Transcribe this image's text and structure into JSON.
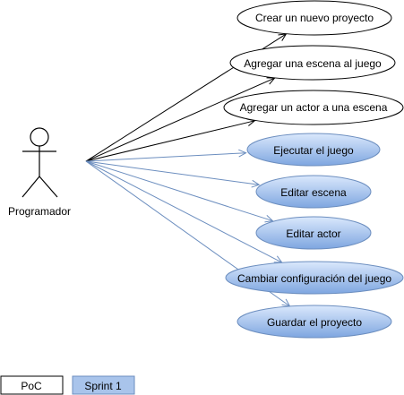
{
  "actor": {
    "label": "Programador"
  },
  "use_cases": [
    {
      "id": "uc1",
      "label": "Crear un nuevo proyecto",
      "style": "poc"
    },
    {
      "id": "uc2",
      "label": "Agregar una escena al juego",
      "style": "poc"
    },
    {
      "id": "uc3",
      "label": "Agregar un actor a una escena",
      "style": "poc"
    },
    {
      "id": "uc4",
      "label": "Ejecutar el juego",
      "style": "sprint"
    },
    {
      "id": "uc5",
      "label": "Editar escena",
      "style": "sprint"
    },
    {
      "id": "uc6",
      "label": "Editar actor",
      "style": "sprint"
    },
    {
      "id": "uc7",
      "label": "Cambiar configuración del juego",
      "style": "sprint"
    },
    {
      "id": "uc8",
      "label": "Guardar el proyecto",
      "style": "sprint"
    }
  ],
  "legend": [
    {
      "label": "PoC",
      "style": "poc"
    },
    {
      "label": "Sprint 1",
      "style": "sprint"
    }
  ],
  "colors": {
    "poc_fill": "#ffffff",
    "poc_stroke": "#000000",
    "poc_line": "#000000",
    "sprint_fill_top": "#dae8fc",
    "sprint_fill_bottom": "#7ea6e0",
    "sprint_stroke": "#6c8ebf",
    "sprint_line": "#6c8ebf",
    "legend_sprint_fill": "#a9c4eb"
  }
}
